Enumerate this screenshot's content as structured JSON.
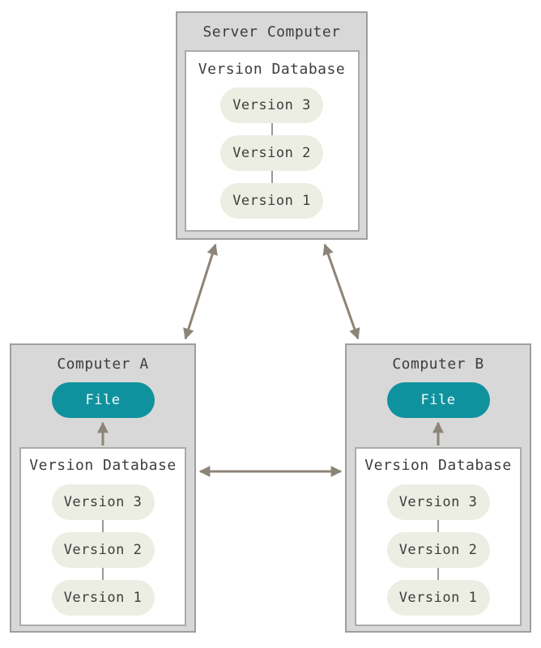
{
  "theme": {
    "canvas_bg": "#ffffff",
    "box_fill": "#d8d8d8",
    "box_border": "#9e9e9e",
    "panel_fill": "#ffffff",
    "panel_border": "#ababab",
    "pill_fill": "#eceee3",
    "pill_text": "#3d3d3d",
    "file_fill": "#10929e",
    "file_text": "#f4f9f9",
    "title_text": "#3d3d3d",
    "arrow": "#8d8478",
    "connector": "#999999"
  },
  "server": {
    "title": "Server Computer",
    "database": {
      "title": "Version Database",
      "versions": [
        "Version 3",
        "Version 2",
        "Version 1"
      ]
    }
  },
  "computer_a": {
    "title": "Computer A",
    "file_label": "File",
    "database": {
      "title": "Version Database",
      "versions": [
        "Version 3",
        "Version 2",
        "Version 1"
      ]
    }
  },
  "computer_b": {
    "title": "Computer B",
    "file_label": "File",
    "database": {
      "title": "Version Database",
      "versions": [
        "Version 3",
        "Version 2",
        "Version 1"
      ]
    }
  }
}
